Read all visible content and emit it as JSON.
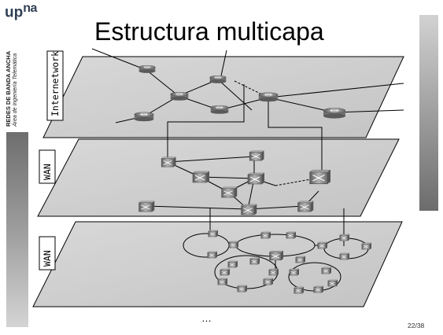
{
  "logo": {
    "part1": "up",
    "part2": "na"
  },
  "course": {
    "line1": "REDES DE BANDA ANCHA",
    "line2": "Área de Ingeniería Telemática"
  },
  "title": "Estructura multicapa",
  "layers": [
    {
      "label": "Internetwork"
    },
    {
      "label": "WAN"
    },
    {
      "label": "WAN"
    }
  ],
  "ellipsis": "…",
  "page_number": "22/38",
  "icons": {
    "router": "router-icon",
    "switch": "atm-switch-icon"
  },
  "colors": {
    "plane_fill": "#cdcdcd",
    "node_gray": "#8a8a8a",
    "line": "#000000"
  }
}
